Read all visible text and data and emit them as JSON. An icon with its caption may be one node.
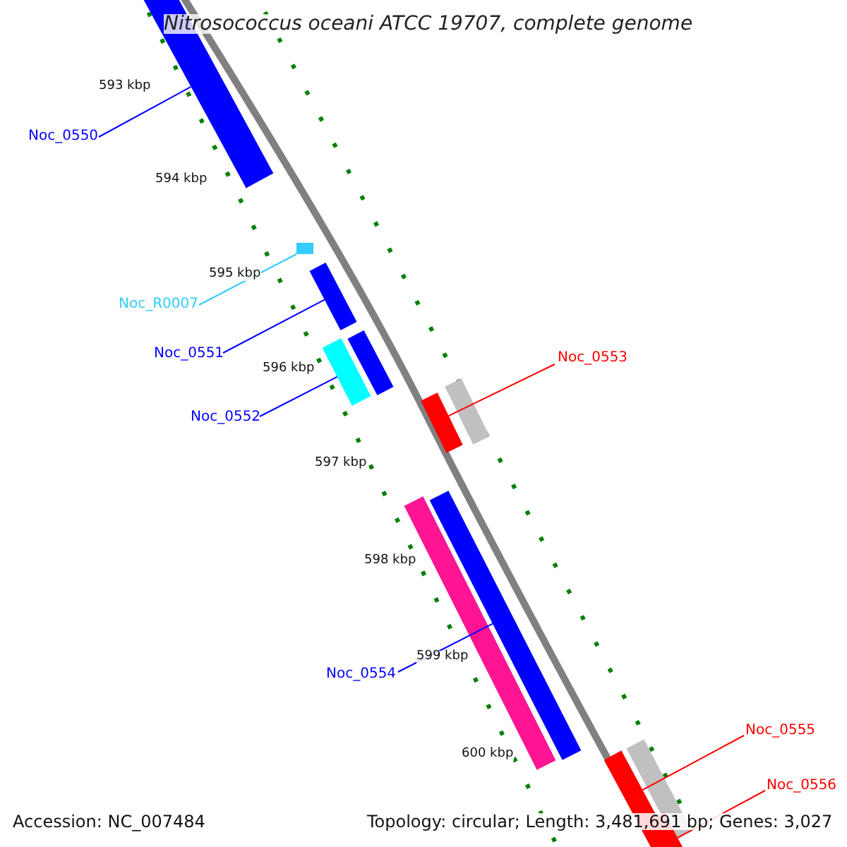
{
  "diagram": {
    "title": "Nitrosococcus oceani ATCC 19707, complete genome",
    "nodes": [
      {
        "text": [
          "Noc_0550"
        ]
      },
      {
        "text": [
          "Noc_R0007"
        ]
      },
      {
        "text": [
          "Noc_0551"
        ]
      },
      {
        "text": [
          "Noc_0552"
        ]
      },
      {
        "text": [
          "Noc_0553"
        ]
      },
      {
        "text": [
          "Noc_0554"
        ]
      },
      {
        "text": [
          "Noc_0555"
        ]
      },
      {
        "text": [
          "Noc_0556"
        ]
      },
      {
        "text": [],
        "shape": "bar"
      },
      {
        "text": [],
        "shape": "bar"
      },
      {
        "text": [],
        "shape": "bar"
      },
      {
        "text": [],
        "shape": "bar"
      },
      {
        "text": [],
        "shape": "bar"
      },
      {
        "text": [],
        "shape": "bar"
      },
      {
        "text": [],
        "shape": "bar"
      },
      {
        "text": [],
        "shape": "bar"
      },
      {
        "text": [],
        "shape": "bar"
      },
      {
        "text": [],
        "shape": "bar"
      },
      {
        "text": [],
        "shape": "bar"
      },
      {
        "text": [],
        "shape": "bar"
      }
    ],
    "edges": [
      {
        "from": 0,
        "to": 8,
        "arrow": "none"
      },
      {
        "from": 1,
        "to": 9,
        "arrow": "none",
        "color": "#33ccff"
      },
      {
        "from": 2,
        "to": 10,
        "arrow": "none"
      },
      {
        "from": 3,
        "to": 11,
        "arrow": "none"
      },
      {
        "from": 4,
        "to": 13,
        "arrow": "none",
        "color": "#ff0000"
      },
      {
        "from": 5,
        "to": 16,
        "arrow": "none"
      },
      {
        "from": 6,
        "to": 17,
        "arrow": "none",
        "color": "#ff0000"
      },
      {
        "from": 7,
        "to": 19,
        "arrow": "none",
        "color": "#ff0000"
      }
    ],
    "labels": [
      "593 kbp",
      "594 kbp",
      "595 kbp",
      "596 kbp",
      "597 kbp",
      "598 kbp",
      "599 kbp",
      "600 kbp",
      "Accession: NC_007484",
      "Topology: circular; Length: 3,481,691 bp; Genes: 3,027"
    ]
  }
}
